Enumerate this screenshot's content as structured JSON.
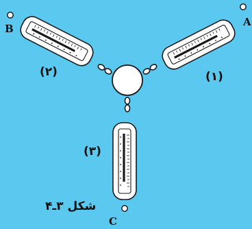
{
  "labels": {
    "point_a": "A",
    "point_b": "B",
    "point_c": "C",
    "scale_1": "(۱)",
    "scale_2": "(۲)",
    "scale_3": "(۳)"
  },
  "caption": "شکل ۳ـ۴",
  "colors": {
    "background": "#5bc8ef",
    "scale_body": "#ffffff",
    "ink": "#1a1a1a"
  }
}
